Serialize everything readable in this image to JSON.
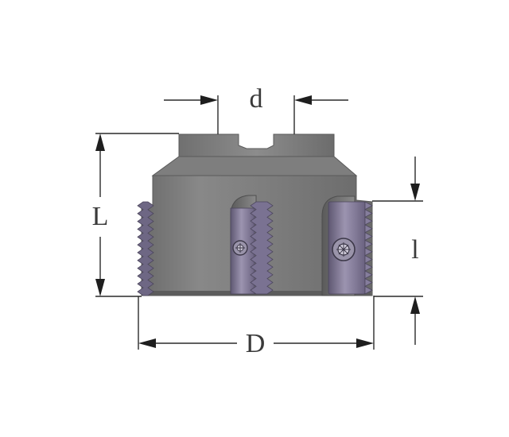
{
  "labels": {
    "d": "d",
    "L": "L",
    "D": "D",
    "l": "l"
  },
  "colors": {
    "body": "#7a7a7a",
    "body_dark": "#5e5e5e",
    "body_light": "#9a9a9a",
    "insert": "#8e86a0",
    "insert_dark": "#5d566e",
    "line": "#2a2a2a",
    "background": "#ffffff"
  },
  "icons": {
    "screw": "torx-screw-icon"
  }
}
